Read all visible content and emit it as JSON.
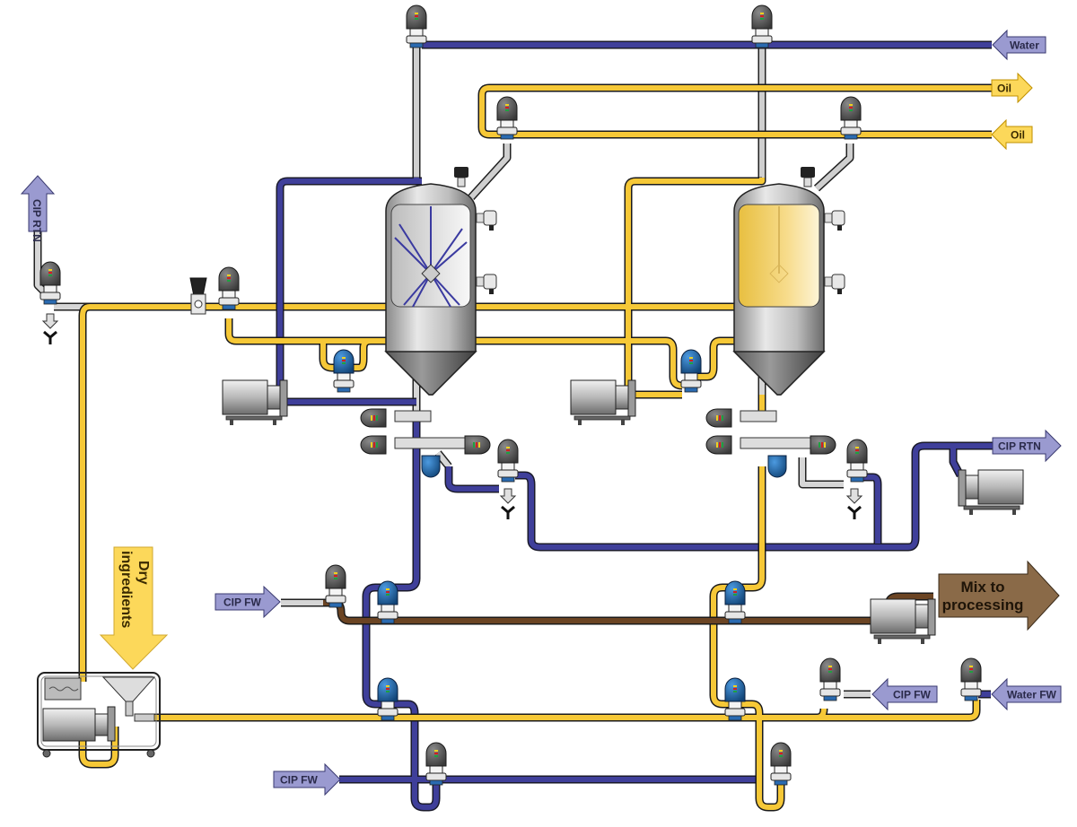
{
  "title": "Mixing process flow diagram with two tanks",
  "colors": {
    "water": "#3d3d8f",
    "oil": "#f6c837",
    "product": "#6b4423",
    "steel": "#c8c8c8",
    "cip_arrow": "#9a9ad0",
    "oil_arrow": "#fcd85a",
    "mix_arrow": "#8a6a48",
    "valve_grey": "#555555",
    "valve_blue": "#1f6ab0"
  },
  "labels": {
    "water_in": "Water",
    "oil_out": "Oil",
    "oil_in": "Oil",
    "cip_rtn_left": "CIP RTN",
    "cip_rtn_right": "CIP RTN",
    "cip_fw_middle": "CIP FW",
    "cip_fw_right": "CIP FW",
    "cip_fw_bottom": "CIP FW",
    "water_fw": "Water FW",
    "mix_line1": "Mix to",
    "mix_line2": "processing",
    "dry_line1": "Dry",
    "dry_line2": "ingredients"
  },
  "tanks": [
    {
      "id": "tank-1",
      "content": "empty-cleaning"
    },
    {
      "id": "tank-2",
      "content": "oil-filled"
    }
  ],
  "icons": {
    "valve": "valve-icon",
    "pump": "pump-icon",
    "drain": "drain-icon",
    "level_switch": "level-switch-icon",
    "mixer_unit": "mixer-unit-icon"
  }
}
